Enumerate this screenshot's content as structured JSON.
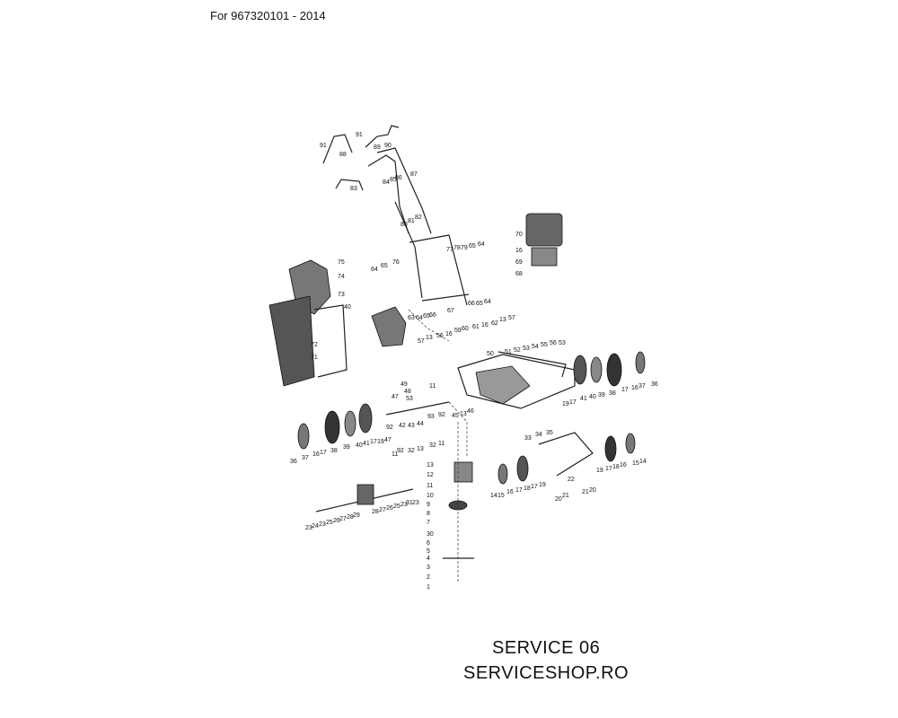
{
  "header": {
    "text": "For 967320101 - 2014"
  },
  "footer": {
    "line1": "SERVICE 06",
    "line2": "SERVICESHOP.RO"
  },
  "callouts": [
    "91",
    "88",
    "91",
    "89",
    "90",
    "83",
    "84",
    "85",
    "86",
    "87",
    "80",
    "81",
    "82",
    "64",
    "65",
    "76",
    "78",
    "79",
    "65",
    "64",
    "77",
    "75",
    "74",
    "73",
    "40",
    "72",
    "71",
    "63",
    "64",
    "65",
    "66",
    "67",
    "66",
    "65",
    "64",
    "70",
    "16",
    "69",
    "68",
    "57",
    "13",
    "56",
    "16",
    "59",
    "60",
    "61",
    "16",
    "62",
    "13",
    "57",
    "55",
    "56",
    "53",
    "54",
    "53",
    "52",
    "51",
    "50",
    "19",
    "17",
    "41",
    "40",
    "39",
    "38",
    "17",
    "16",
    "37",
    "36",
    "11",
    "45",
    "13",
    "46",
    "49",
    "48",
    "47",
    "43",
    "53",
    "44",
    "93",
    "92",
    "42",
    "92",
    "32",
    "13",
    "32",
    "11",
    "36",
    "37",
    "16",
    "17",
    "38",
    "39",
    "40",
    "41",
    "17",
    "19",
    "47",
    "11",
    "92",
    "33",
    "34",
    "35",
    "22",
    "19",
    "17",
    "18",
    "16",
    "15",
    "14",
    "14",
    "15",
    "16",
    "17",
    "18",
    "17",
    "19",
    "20",
    "21",
    "21",
    "20",
    "13",
    "12",
    "11",
    "10",
    "9",
    "8",
    "7",
    "30",
    "6",
    "5",
    "4",
    "3",
    "2",
    "1",
    "28",
    "27",
    "26",
    "25",
    "23",
    "31",
    "23",
    "23",
    "24",
    "23",
    "25",
    "26",
    "27",
    "28",
    "29"
  ]
}
